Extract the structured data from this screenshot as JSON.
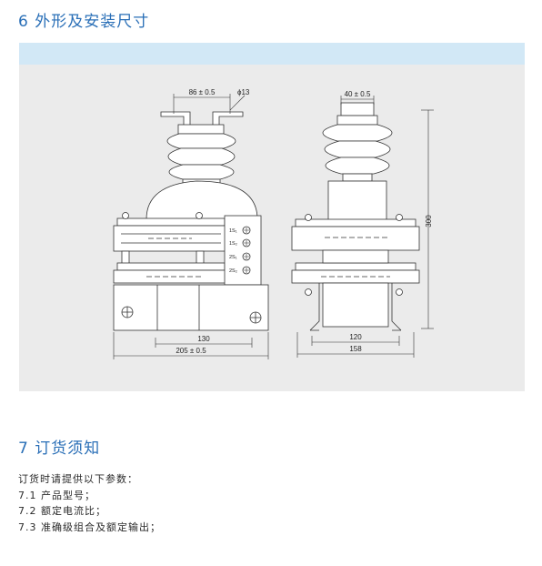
{
  "section6": {
    "number": "6",
    "title": "外形及安装尺寸"
  },
  "section7": {
    "number": "7",
    "title": "订货须知"
  },
  "drawing": {
    "front": {
      "top_width": "86 ± 0.5",
      "hole": "ϕ13",
      "inner_width": "130",
      "base_width": "205 ± 0.5"
    },
    "side": {
      "top_width": "40 ± 0.5",
      "height": "300",
      "inner_width": "120",
      "base_width": "158"
    },
    "terminals": [
      "1S₁",
      "1S₂",
      "2S₁",
      "2S₂"
    ]
  },
  "order_info": {
    "intro": "订货时请提供以下参数：",
    "items": [
      "7.1 产品型号；",
      "7.2 额定电流比；",
      "7.3 准确级组合及额定输出；"
    ]
  }
}
